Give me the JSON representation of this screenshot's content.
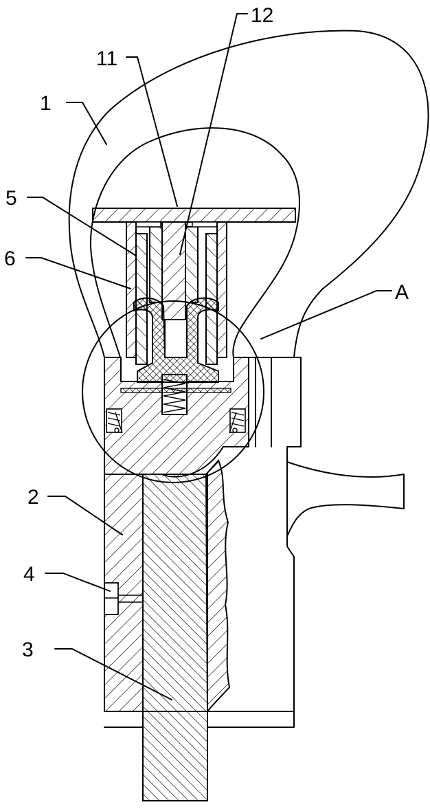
{
  "figure": {
    "labels": {
      "l1": "1",
      "l2": "2",
      "l3": "3",
      "l4": "4",
      "l5": "5",
      "l6": "6",
      "l11": "11",
      "l12": "12",
      "lA": "A"
    },
    "colors": {
      "line": "#000000",
      "background": "#ffffff"
    }
  }
}
